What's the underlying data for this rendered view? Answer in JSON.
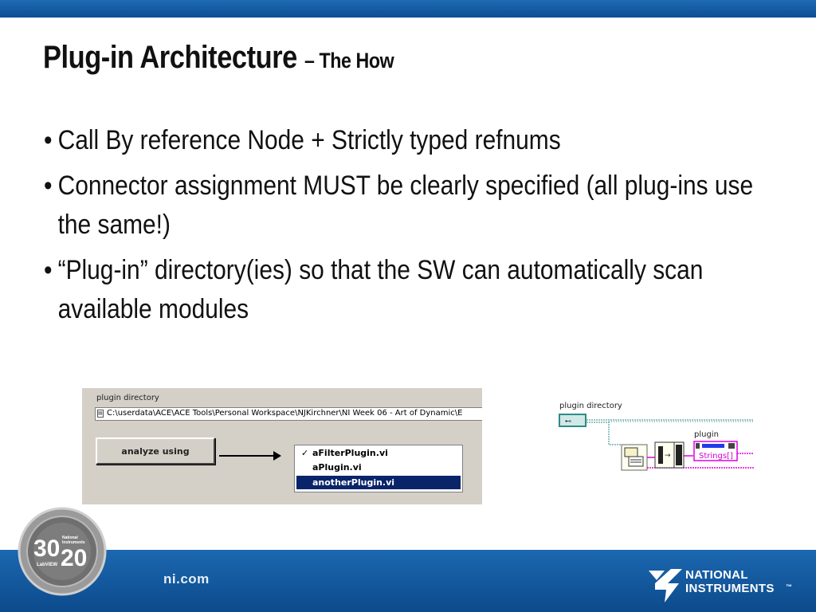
{
  "slide": {
    "title": "Plug-in Architecture",
    "subtitle": "– The How",
    "bullets": [
      "Call By reference Node + Strictly typed refnums",
      "Connector assignment MUST be clearly specified (all plug-ins use the same!)",
      "“Plug-in” directory(ies) so that the SW can automatically scan available modules"
    ]
  },
  "front_panel": {
    "path_label": "plugin directory",
    "path_value": "C:\\userdata\\ACE\\ACE Tools\\Personal Workspace\\NJKirchner\\NI Week 06 - Art of Dynamic\\E",
    "button_label": "analyze using",
    "plugins": [
      {
        "name": "aFilterPlugin.vi",
        "checked": true,
        "selected": false
      },
      {
        "name": "aPlugin.vi",
        "checked": false,
        "selected": false
      },
      {
        "name": "anotherPlugin.vi",
        "checked": false,
        "selected": true
      }
    ],
    "check_mark": "✓"
  },
  "block_diagram": {
    "path_label": "plugin directory",
    "output_label": "plugin",
    "output_type": "Strings[]"
  },
  "footer": {
    "url": "ni.com",
    "seal_big_left": "30",
    "seal_big_right": "20",
    "seal_small_top": "National Instruments",
    "seal_small_bottom": "LabVIEW",
    "brand_line1": "NATIONAL",
    "brand_line2": "INSTRUMENTS",
    "trademark": "™"
  },
  "colors": {
    "brand_blue": "#0d4f95",
    "selection_blue": "#0a246a",
    "wire_path": "#2e8b88",
    "wire_string": "#e000e0"
  }
}
